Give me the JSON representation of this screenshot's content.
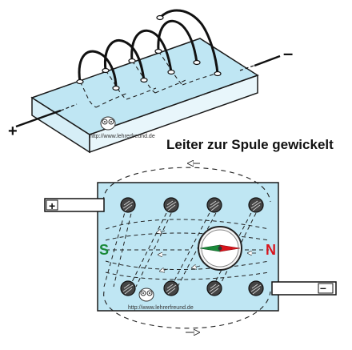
{
  "caption": "Leiter zur Spule gewickelt",
  "top_plus": "+",
  "top_minus": "–",
  "bottom_plus": "+",
  "bottom_minus": "–",
  "pole_south": "S",
  "pole_north": "N",
  "watermark_top": "http://www.lehrerfreund.de",
  "watermark_bottom": "http://www.lehrerfreund.de",
  "colors": {
    "board": "#bfe6f3",
    "board_side": "#e8f6fb",
    "outline": "#1a1a1a",
    "wire": "#111111",
    "south": "#1a8a3a",
    "north": "#d8141c",
    "caption": "#111111"
  },
  "icons": {
    "compass": "compass-icon",
    "owl": "owl-logo-icon"
  }
}
